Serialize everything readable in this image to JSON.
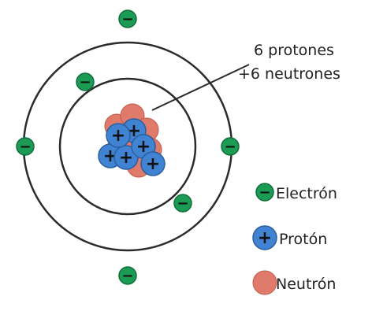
{
  "colors": {
    "orbit": "#2b2b2b",
    "electron": "#1c9b55",
    "proton": "#3f83d2",
    "neutron": "#e07a6a",
    "text": "#222222",
    "sign": "#111111"
  },
  "callout": {
    "line1": "6 protones",
    "line2": "+6 neutrones"
  },
  "legend": {
    "electron_label": "Electrón",
    "proton_label": "Protón",
    "neutron_label": "Neutrón"
  },
  "signs": {
    "electron": "−",
    "proton": "+"
  },
  "atom": {
    "protons": 6,
    "neutrons": 6,
    "electrons": 6,
    "shells": [
      2,
      4
    ]
  }
}
